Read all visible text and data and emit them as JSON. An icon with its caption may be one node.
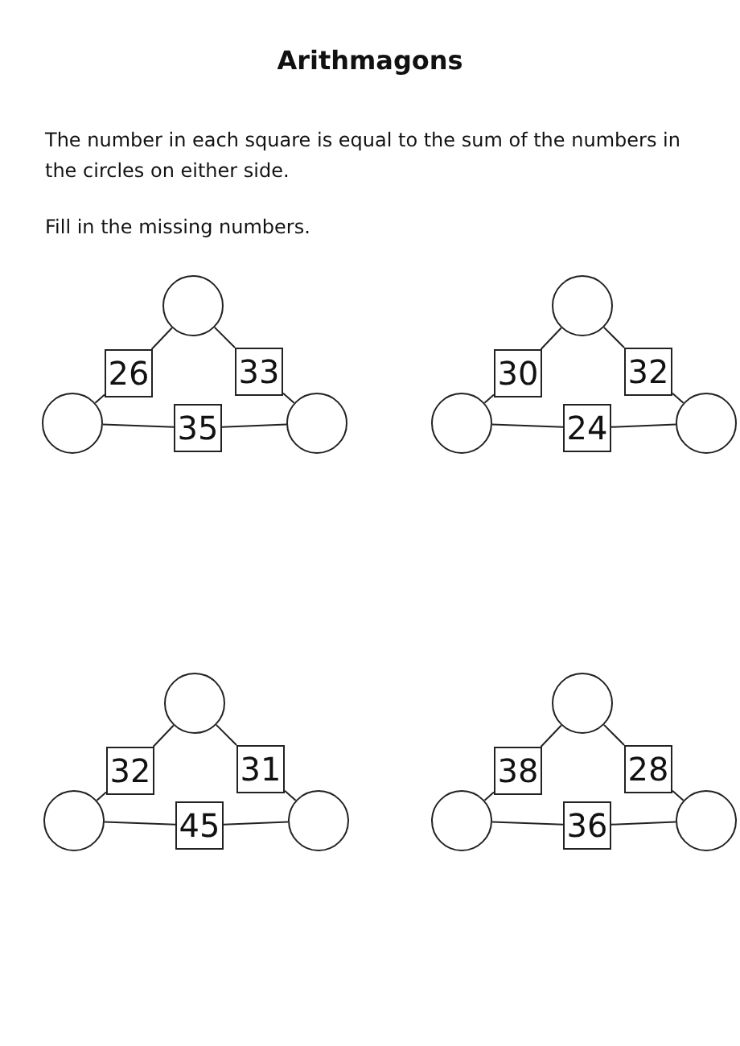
{
  "diagram": {
    "title": "Arithmagons",
    "nodes": [
      {
        "text": [],
        "shape": "circle"
      },
      {
        "text": [
          "26"
        ]
      },
      {
        "text": [
          "33"
        ]
      },
      {
        "text": [],
        "shape": "circle"
      },
      {
        "text": [
          "35"
        ]
      },
      {
        "text": [],
        "shape": "circle"
      },
      {
        "text": [],
        "shape": "circle"
      },
      {
        "text": [
          "30"
        ]
      },
      {
        "text": [
          "32"
        ]
      },
      {
        "text": [],
        "shape": "circle"
      },
      {
        "text": [
          "24"
        ]
      },
      {
        "text": [],
        "shape": "circle"
      },
      {
        "text": [],
        "shape": "circle"
      },
      {
        "text": [
          "32"
        ]
      },
      {
        "text": [
          "31"
        ]
      },
      {
        "text": [],
        "shape": "circle"
      },
      {
        "text": [
          "45"
        ]
      },
      {
        "text": [],
        "shape": "circle"
      },
      {
        "text": [],
        "shape": "circle"
      },
      {
        "text": [
          "38"
        ]
      },
      {
        "text": [
          "28"
        ]
      },
      {
        "text": [],
        "shape": "circle"
      },
      {
        "text": [
          "36"
        ]
      },
      {
        "text": [],
        "shape": "circle"
      }
    ],
    "edges": [
      {
        "from": 0,
        "to": 1,
        "arrow": "none"
      },
      {
        "from": 1,
        "to": 3,
        "arrow": "none"
      },
      {
        "from": 0,
        "to": 2,
        "arrow": "none"
      },
      {
        "from": 2,
        "to": 5,
        "arrow": "none"
      },
      {
        "from": 3,
        "to": 4,
        "arrow": "none"
      },
      {
        "from": 4,
        "to": 5,
        "arrow": "none"
      },
      {
        "from": 6,
        "to": 7,
        "arrow": "none"
      },
      {
        "from": 7,
        "to": 9,
        "arrow": "none"
      },
      {
        "from": 6,
        "to": 8,
        "arrow": "none"
      },
      {
        "from": 8,
        "to": 11,
        "arrow": "none"
      },
      {
        "from": 9,
        "to": 10,
        "arrow": "none"
      },
      {
        "from": 10,
        "to": 11,
        "arrow": "none"
      },
      {
        "from": 12,
        "to": 13,
        "arrow": "none"
      },
      {
        "from": 13,
        "to": 15,
        "arrow": "none"
      },
      {
        "from": 12,
        "to": 14,
        "arrow": "none"
      },
      {
        "from": 14,
        "to": 17,
        "arrow": "none"
      },
      {
        "from": 15,
        "to": 16,
        "arrow": "none"
      },
      {
        "from": 16,
        "to": 17,
        "arrow": "none"
      },
      {
        "from": 18,
        "to": 19,
        "arrow": "none"
      },
      {
        "from": 19,
        "to": 21,
        "arrow": "none"
      },
      {
        "from": 18,
        "to": 20,
        "arrow": "none"
      },
      {
        "from": 20,
        "to": 23,
        "arrow": "none"
      },
      {
        "from": 21,
        "to": 22,
        "arrow": "none"
      },
      {
        "from": 22,
        "to": 23,
        "arrow": "none"
      }
    ],
    "labels": [
      "The number in each square is equal to the sum of the numbers in the circles on either side.",
      "Fill in the missing numbers."
    ]
  }
}
